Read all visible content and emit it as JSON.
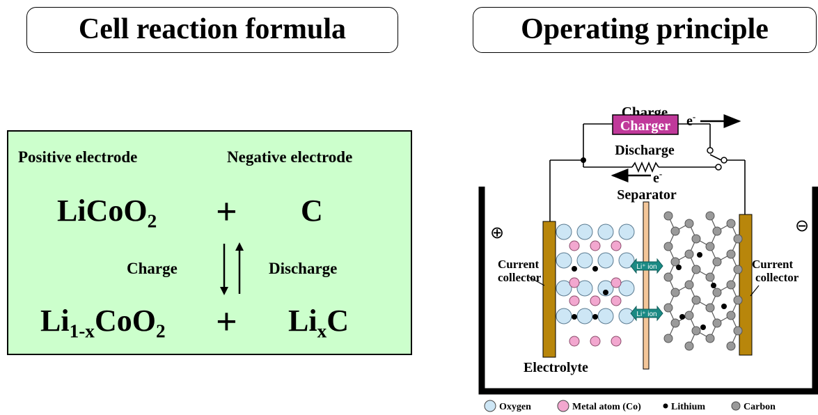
{
  "left_panel": {
    "title": "Cell reaction formula",
    "positive_electrode": "Positive electrode",
    "negative_electrode": "Negative electrode",
    "reactant_positive": {
      "base": "LiCoO",
      "sub": "2"
    },
    "reactant_negative": "C",
    "plus": "+",
    "charge": "Charge",
    "discharge": "Discharge",
    "product_positive": {
      "p1": "Li",
      "sub1": "1-x",
      "p2": "CoO",
      "sub2": "2"
    },
    "product_negative": {
      "p1": "Li",
      "sub1": "x",
      "p2": "C"
    },
    "box_color": "#ccffcc"
  },
  "right_panel": {
    "title": "Operating principle",
    "charge": "Charge",
    "charger": "Charger",
    "electron": "e",
    "electron_sup": "-",
    "discharge": "Discharge",
    "separator": "Separator",
    "current_collector_left": [
      "Current",
      "collector"
    ],
    "current_collector_right": [
      "Current",
      "collector"
    ],
    "positive_symbol": "⊕",
    "negative_symbol": "⊖",
    "li_ion": "Li⁺ ion",
    "electrolyte": "Electrolyte",
    "legend": [
      {
        "label": "Oxygen",
        "color": "#cde6f5"
      },
      {
        "label": "Metal atom (Co)",
        "color": "#f2a7cf"
      },
      {
        "label": "Lithium",
        "color": "#000000"
      },
      {
        "label": "Carbon",
        "color": "#9a9a9a"
      }
    ],
    "colors": {
      "charger": "#c0399a",
      "collector": "#b8860b",
      "separator": "#f4c79a",
      "li_ion_arrow": "#1a8a84"
    }
  }
}
